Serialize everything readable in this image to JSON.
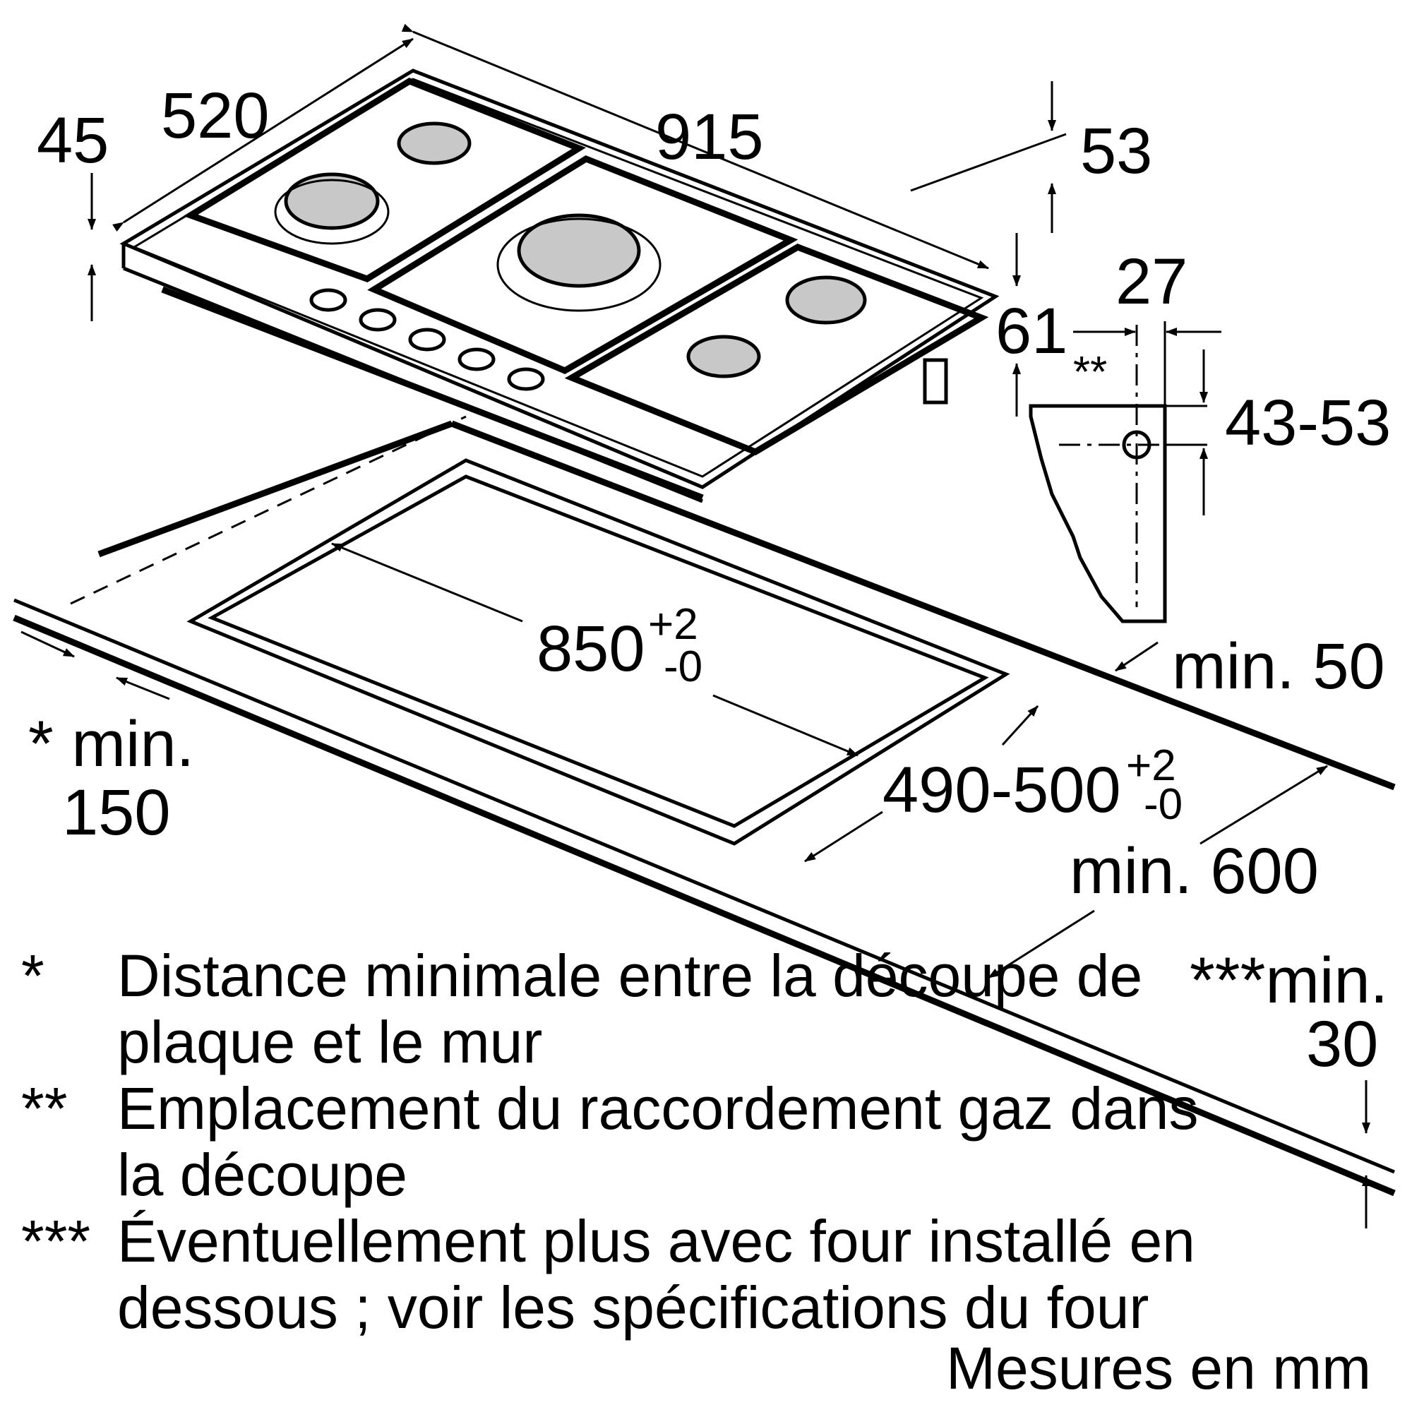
{
  "dimensions": {
    "d45": "45",
    "d520": "520",
    "d915": "915",
    "d53": "53",
    "d27": "27",
    "d61": "61",
    "d43_53": "43-53",
    "gas_marker": "**",
    "cut_width": "850",
    "cut_width_tol_plus": "+2",
    "cut_width_tol_minus": "-0",
    "cut_depth": "490-500",
    "cut_depth_tol_plus": "+2",
    "cut_depth_tol_minus": "-0",
    "min50": "min. 50",
    "min600": "min. 600",
    "min150_line1": "* min.",
    "min150_line2": "150",
    "min30_line1": "***min.",
    "min30_line2": "30"
  },
  "notes": [
    {
      "mark": "*",
      "text": "Distance minimale entre la découpe de plaque et le mur"
    },
    {
      "mark": "**",
      "text": "Emplacement du raccordement gaz dans la découpe"
    },
    {
      "mark": "***",
      "text": "Éventuellement plus avec four installé en dessous ; voir les spécifications du four"
    }
  ],
  "footer": "Mesures en mm"
}
